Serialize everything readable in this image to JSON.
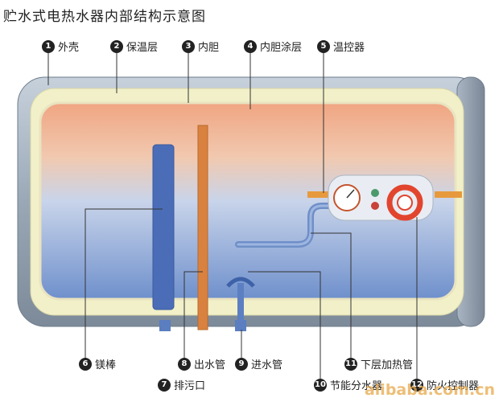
{
  "title": "贮水式电热水器内部结构示意图",
  "watermark": "alibaba.com.cn",
  "callouts": [
    {
      "num": "1",
      "label": "外壳"
    },
    {
      "num": "2",
      "label": "保温层"
    },
    {
      "num": "3",
      "label": "内胆"
    },
    {
      "num": "4",
      "label": "内胆涂层"
    },
    {
      "num": "5",
      "label": "温控器"
    },
    {
      "num": "6",
      "label": "镁棒"
    },
    {
      "num": "7",
      "label": "排污口"
    },
    {
      "num": "8",
      "label": "出水管"
    },
    {
      "num": "9",
      "label": "进水管"
    },
    {
      "num": "10",
      "label": "节能分水器"
    },
    {
      "num": "11",
      "label": "下层加热管"
    },
    {
      "num": "12",
      "label": "防火控制器"
    }
  ]
}
